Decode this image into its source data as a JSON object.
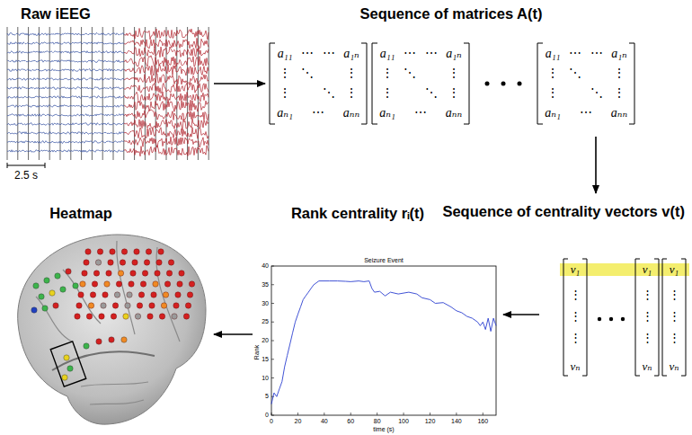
{
  "diagram": {
    "nodes": [
      {
        "text": [
          "Raw iEEG"
        ]
      },
      {
        "text": [
          "Sequence of matrices A(t)"
        ]
      },
      {
        "text": [
          "Sequence of centrality vectors v(t)"
        ]
      },
      {
        "text": [
          "Rank centrality rᵢ(t)"
        ]
      },
      {
        "text": [
          "Heatmap"
        ]
      }
    ],
    "edges": [
      {
        "from": 0,
        "to": 1,
        "arrow": "to"
      },
      {
        "from": 1,
        "to": 2,
        "arrow": "to"
      },
      {
        "from": 2,
        "to": 3,
        "arrow": "to"
      },
      {
        "from": 3,
        "to": 4,
        "arrow": "to"
      }
    ],
    "labels": [
      "2.5 s",
      "a₁₁",
      "⋯",
      "⋯",
      "a₁ₙ",
      "⋮",
      "⋱",
      "⋮",
      "⋮",
      "⋱",
      "⋮",
      "aₙ₁",
      "⋯",
      "aₙₙ",
      "a₁₁",
      "⋯",
      "⋯",
      "a₁ₙ",
      "⋮",
      "⋱",
      "⋮",
      "⋮",
      "⋱",
      "⋮",
      "aₙ₁",
      "⋯",
      "aₙₙ",
      "a₁₁",
      "⋯",
      "⋯",
      "a₁ₙ",
      "⋮",
      "⋱",
      "⋮",
      "⋮",
      "⋱",
      "⋮",
      "aₙ₁",
      "⋯",
      "aₙₙ",
      "ν₁",
      "⋮",
      "⋮",
      "⋮",
      "νₙ",
      "ν₁",
      "⋮",
      "⋮",
      "⋮",
      "νₙ",
      "ν₁",
      "⋮",
      "⋮",
      "⋮",
      "νₙ",
      "Seizure Event",
      "Rank",
      "time (s)",
      "0",
      "20",
      "40",
      "60",
      "80",
      "100",
      "120",
      "140",
      "160",
      "0",
      "5",
      "10",
      "15",
      "20",
      "25",
      "30",
      "35",
      "40"
    ]
  }
}
